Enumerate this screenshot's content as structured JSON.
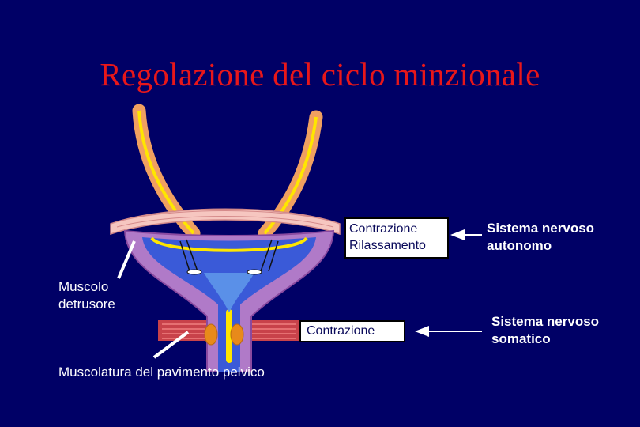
{
  "title": "Regolazione del ciclo minzionale",
  "bladder_box": {
    "line1": "Contrazione",
    "line2": "Rilassamento"
  },
  "sphincter_box": {
    "text": "Contrazione"
  },
  "labels": {
    "detrusor_line1": "Muscolo",
    "detrusor_line2": "detrusore",
    "pelvic_floor": "Muscolatura del pavimento pelvico",
    "autonomic_line1": "Sistema nervoso",
    "autonomic_line2": "autonomo",
    "somatic_line1": "Sistema nervoso",
    "somatic_line2": "somatico"
  },
  "colors": {
    "background": "#000066",
    "title": "#e8171a",
    "bladder_wall": "#b07ac8",
    "bladder_lumen": "#3a5ad8",
    "mucosa_line": "#ffe600",
    "ureter": "#f0a060",
    "pelvic_muscle": "#c8424a",
    "sphincter": "#e88a1a"
  }
}
